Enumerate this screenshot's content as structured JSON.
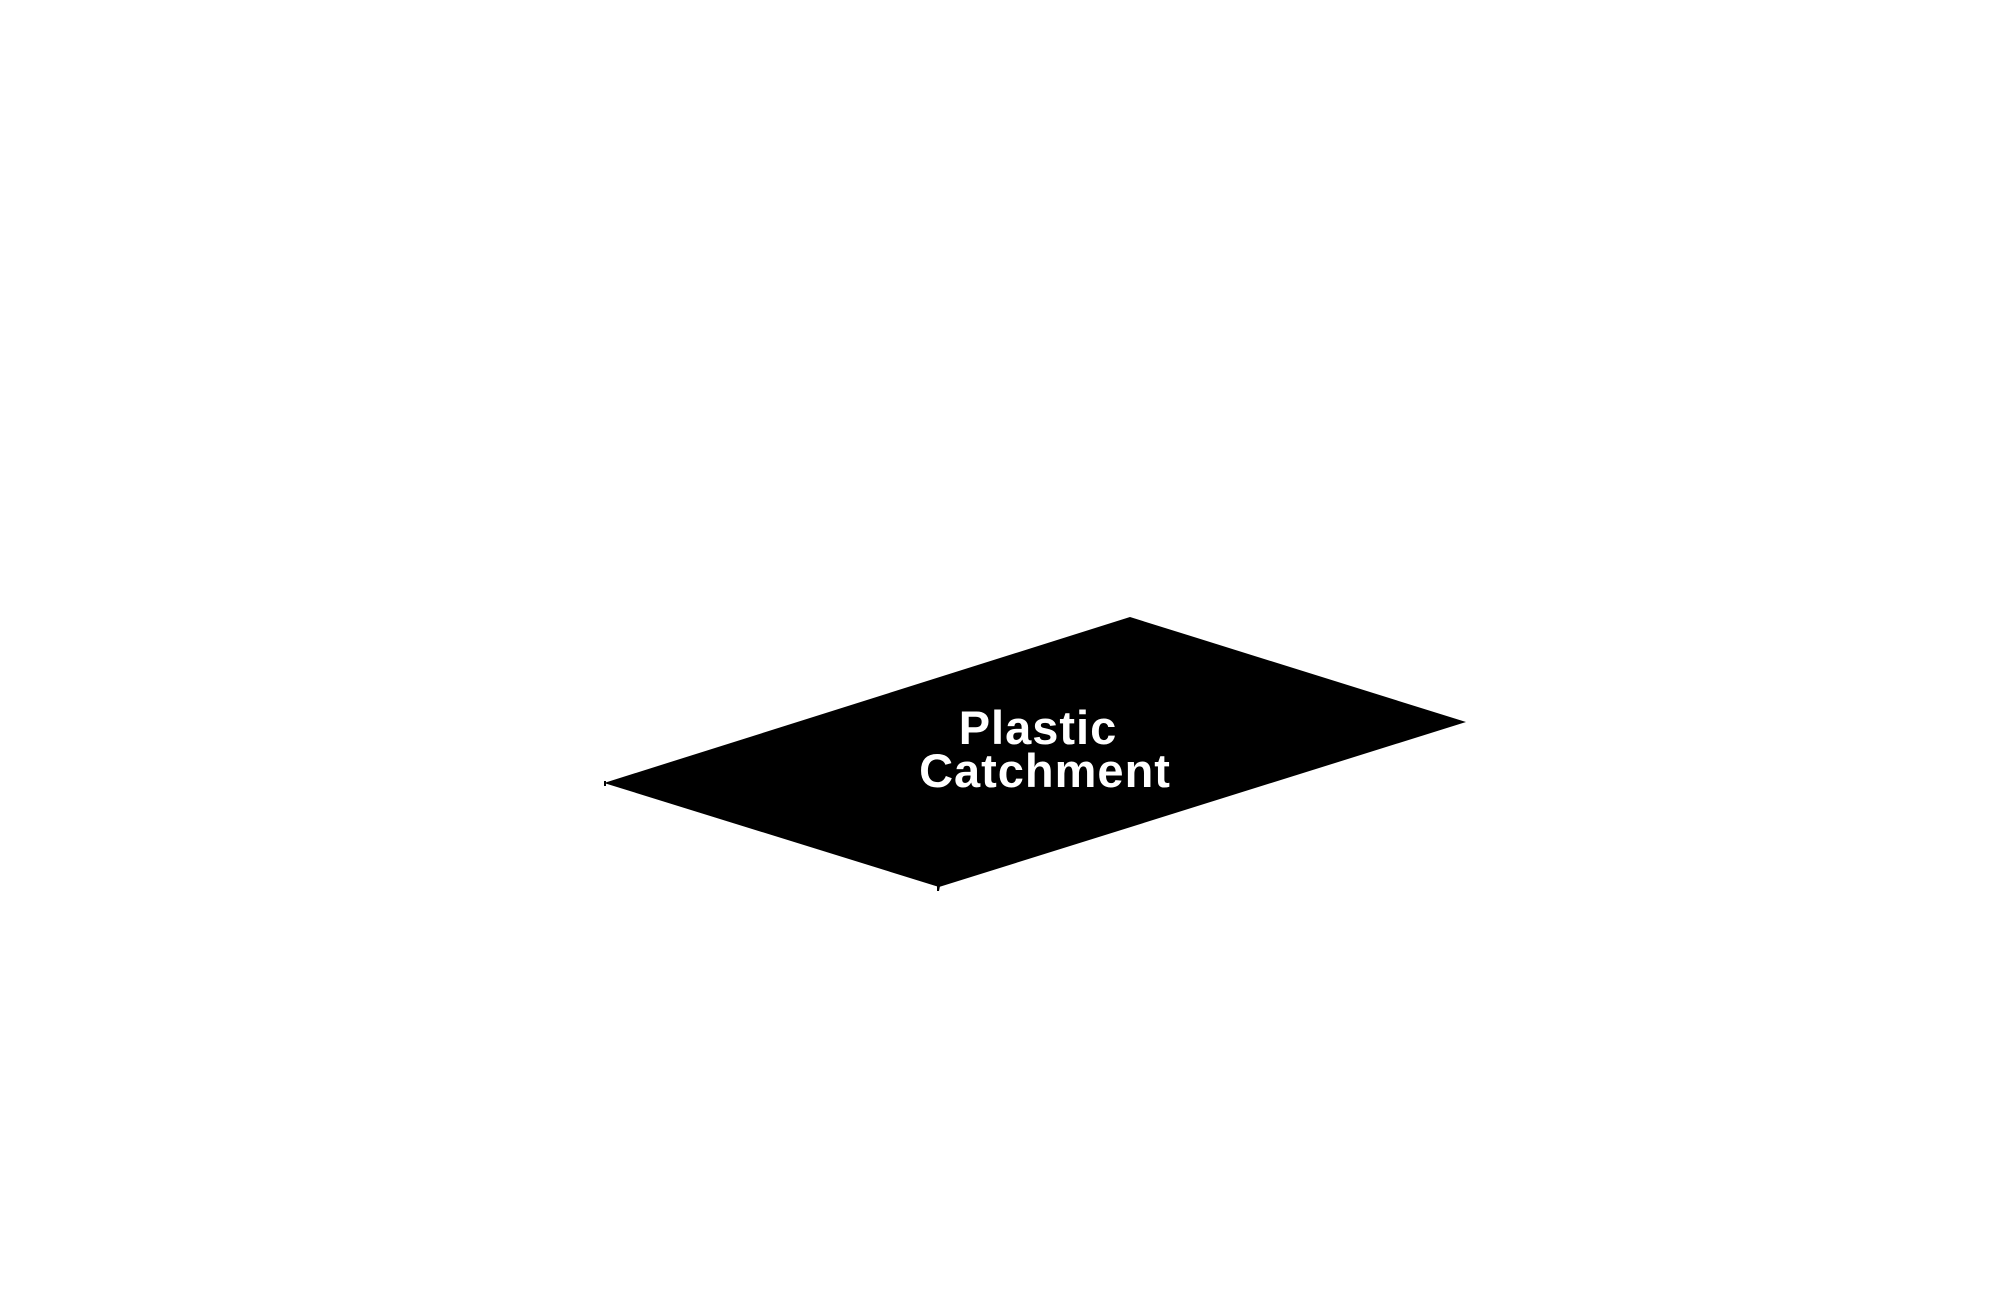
{
  "diagram": {
    "background_color": "#ffffff",
    "shape": {
      "type": "parallelogram",
      "fill_color": "#000000",
      "label_color": "#ffffff",
      "label_lines": [
        "Plastic",
        "Catchment"
      ]
    }
  }
}
